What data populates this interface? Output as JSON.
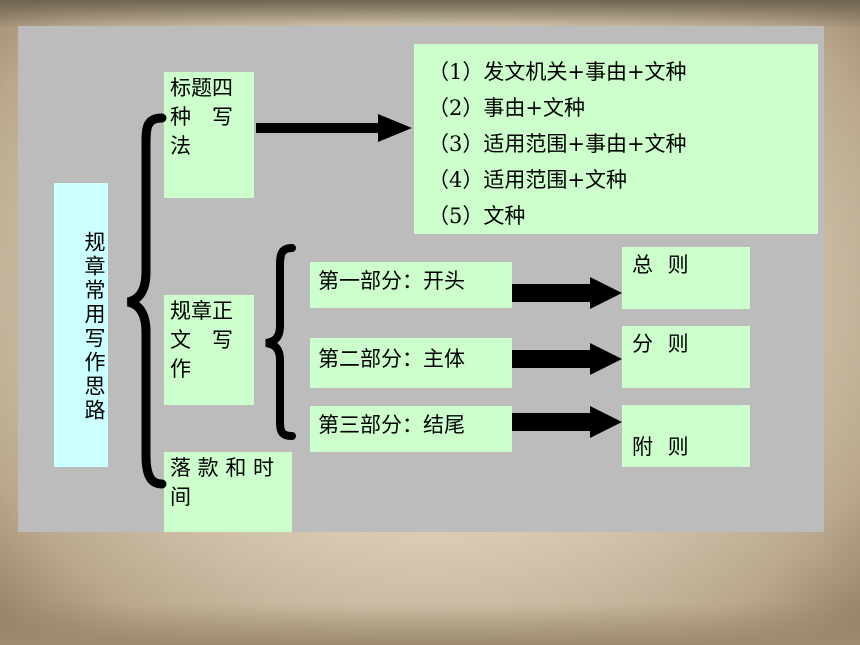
{
  "root": {
    "label": "规章常用写作思路"
  },
  "branches": {
    "title": {
      "label_lines": [
        "标题四",
        "种　写",
        "法"
      ]
    },
    "body": {
      "label_lines": [
        "规章正",
        "文　写",
        "作"
      ]
    },
    "signature": {
      "label_lines": [
        "落 款 和 时",
        "间"
      ]
    }
  },
  "title_methods": [
    "（1）发文机关+事由+文种",
    "（2）事由+文种",
    "（3）适用范围+事由+文种",
    "（4）适用范围+文种",
    "（5）文种"
  ],
  "body_parts": [
    {
      "part": "第一部分：开头",
      "result": "总 则"
    },
    {
      "part": "第二部分：主体",
      "result": "分 则"
    },
    {
      "part": "第三部分：结尾",
      "result": "附 则"
    }
  ],
  "colors": {
    "node_green": "#ccffcc",
    "node_cyan": "#ccffff",
    "panel_gray": "#bcbcbc",
    "connector": "#000000"
  }
}
